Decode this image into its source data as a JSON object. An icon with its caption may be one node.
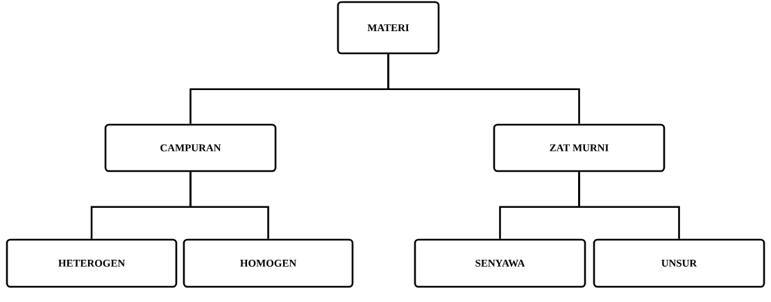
{
  "diagram": {
    "nodes": [
      {
        "text": [
          "MATERI"
        ]
      },
      {
        "text": [
          "CAMPURAN"
        ]
      },
      {
        "text": [
          "ZAT MURNI"
        ]
      },
      {
        "text": [
          "HETEROGEN"
        ]
      },
      {
        "text": [
          "HOMOGEN"
        ]
      },
      {
        "text": [
          "SENYAWA"
        ]
      },
      {
        "text": [
          "UNSUR"
        ]
      }
    ],
    "edges": [
      {
        "from": 0,
        "to": 1,
        "arrow": "none"
      },
      {
        "from": 0,
        "to": 2,
        "arrow": "none"
      },
      {
        "from": 1,
        "to": 3,
        "arrow": "none"
      },
      {
        "from": 1,
        "to": 4,
        "arrow": "none"
      },
      {
        "from": 2,
        "to": 5,
        "arrow": "none"
      },
      {
        "from": 2,
        "to": 6,
        "arrow": "none"
      }
    ]
  }
}
